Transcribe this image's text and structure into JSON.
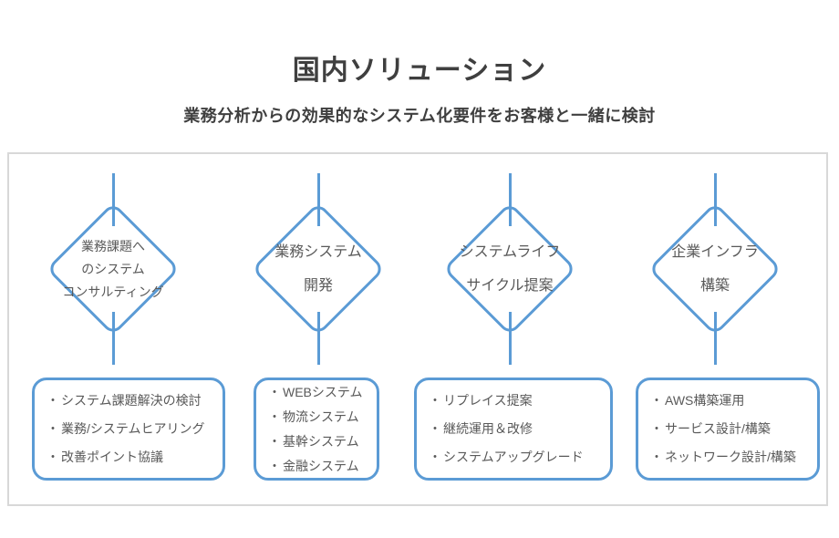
{
  "page": {
    "title": "国内ソリューション",
    "subtitle": "業務分析からの効果的なシステム化要件をお客様と一緒に検討"
  },
  "colors": {
    "accent_blue": "#5B9BD5",
    "text_gray": "#595959",
    "title_gray": "#3F3F3F",
    "panel_border_gray": "#D8D8D8"
  },
  "bullet": "・",
  "columns": [
    {
      "diamond_label_lines": [
        "業務課題へ",
        "のシステム",
        "コンサルティング"
      ],
      "items": [
        "システム課題解決の検討",
        "業務/システムヒアリング",
        "改善ポイント協議"
      ]
    },
    {
      "diamond_label_lines": [
        "業務システム",
        "開発"
      ],
      "items": [
        "WEBシステム",
        "物流システム",
        "基幹システム",
        "金融システム"
      ]
    },
    {
      "diamond_label_lines": [
        "システムライフ",
        "サイクル提案"
      ],
      "items": [
        "リプレイス提案",
        "継続運用＆改修",
        "システムアップグレード"
      ]
    },
    {
      "diamond_label_lines": [
        "企業インフラ",
        "構築"
      ],
      "items": [
        "AWS構築運用",
        "サービス設計/構築",
        "ネットワーク設計/構築"
      ]
    }
  ]
}
